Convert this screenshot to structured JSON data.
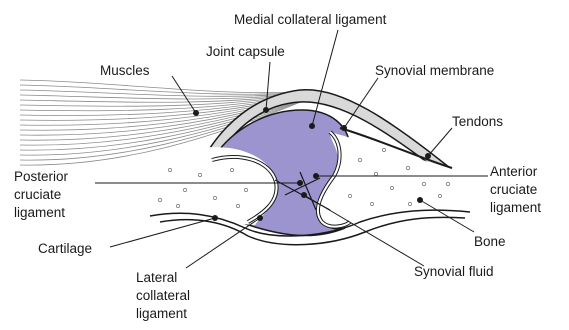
{
  "diagram": {
    "labels": {
      "medial_collateral": "Medial collateral ligament",
      "joint_capsule": "Joint capsule",
      "muscles": "Muscles",
      "synovial_membrane": "Synovial membrane",
      "tendons": "Tendons",
      "posterior_cruciate": [
        "Posterior",
        "cruciate",
        "ligament"
      ],
      "anterior_cruciate": [
        "Anterior",
        "cruciate",
        "ligament"
      ],
      "cartilage": "Cartilage",
      "bone": "Bone",
      "lateral_collateral": [
        "Lateral",
        "collateral",
        "ligament"
      ],
      "synovial_fluid": "Synovial fluid"
    },
    "colors": {
      "synovial_fluid": "#9b94cf",
      "bone": "#ffffff",
      "outline": "#1a1a1a",
      "muscle_fiber": "#8a8a8a"
    }
  }
}
